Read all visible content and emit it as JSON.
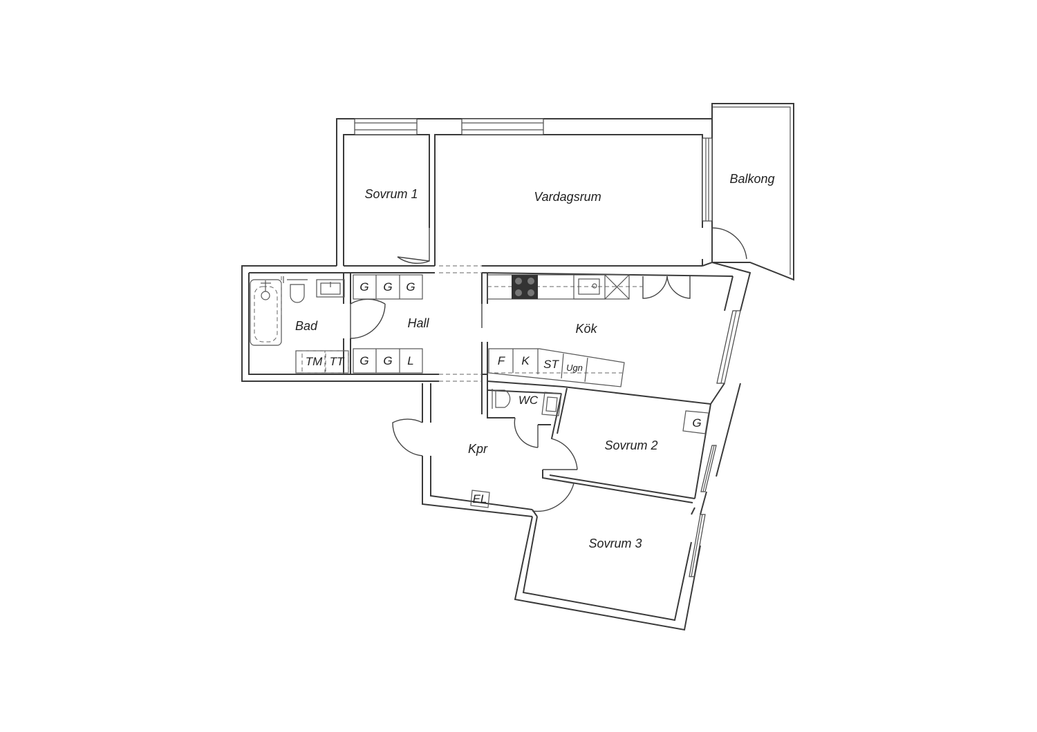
{
  "rooms": {
    "sovrum1": "Sovrum 1",
    "vardagsrum": "Vardagsrum",
    "balkong": "Balkong",
    "bad": "Bad",
    "hall": "Hall",
    "kok": "Kök",
    "kpr": "Kpr",
    "wc": "WC",
    "sovrum2": "Sovrum 2",
    "sovrum3": "Sovrum 3"
  },
  "fixtures": {
    "hall_top": [
      "G",
      "G",
      "G"
    ],
    "hall_bottom": [
      "G",
      "G",
      "L"
    ],
    "bad": [
      "TM",
      "TT"
    ],
    "kok": [
      "F",
      "K",
      "ST",
      "Ugn"
    ],
    "sovrum2": "G",
    "kpr": "EL"
  },
  "icons": [
    "stove-icon",
    "sink-icon",
    "bathtub-icon",
    "toilet-icon",
    "washbasin-icon",
    "shower-icon"
  ]
}
